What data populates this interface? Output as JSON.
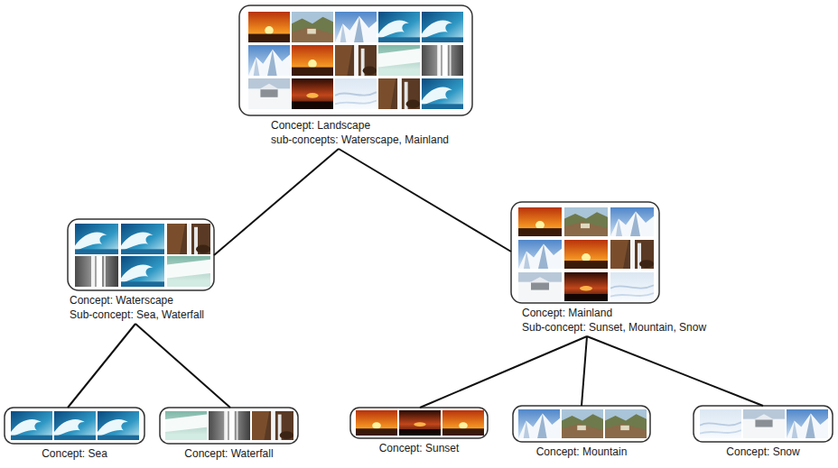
{
  "diagram": {
    "nodes": [
      {
        "text": [
          "Concept: Landscape",
          "sub-concepts: Waterscape, Mainland"
        ]
      },
      {
        "text": [
          "Concept: Waterscape",
          "Sub-concept: Sea, Waterfall"
        ]
      },
      {
        "text": [
          "Concept: Mainland",
          "Sub-concept: Sunset, Mountain, Snow"
        ]
      },
      {
        "text": [
          "Concept: Sea"
        ]
      },
      {
        "text": [
          "Concept: Waterfall"
        ]
      },
      {
        "text": [
          "Concept: Sunset"
        ]
      },
      {
        "text": [
          "Concept: Mountain"
        ]
      },
      {
        "text": [
          "Concept: Snow"
        ]
      }
    ],
    "edges": [
      {
        "from": 0,
        "to": 1,
        "arrow": "none"
      },
      {
        "from": 0,
        "to": 2,
        "arrow": "none"
      },
      {
        "from": 1,
        "to": 3,
        "arrow": "none"
      },
      {
        "from": 1,
        "to": 4,
        "arrow": "none"
      },
      {
        "from": 2,
        "to": 5,
        "arrow": "none"
      },
      {
        "from": 2,
        "to": 6,
        "arrow": "none"
      },
      {
        "from": 2,
        "to": 7,
        "arrow": "none"
      }
    ]
  }
}
